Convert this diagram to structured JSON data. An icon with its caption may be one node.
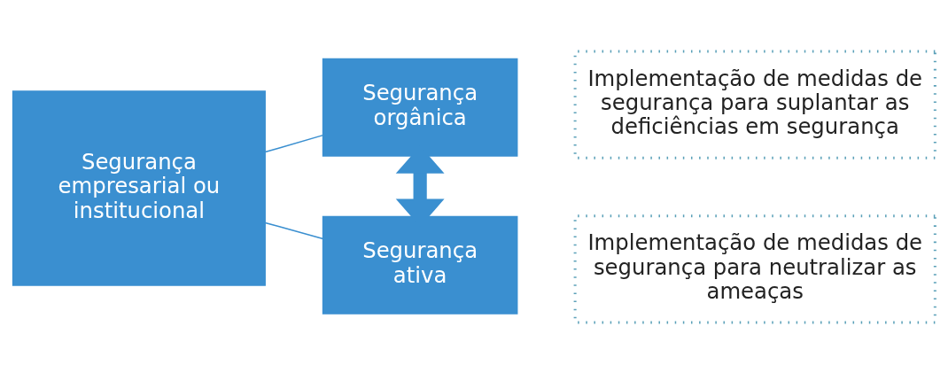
{
  "diagram": {
    "nodes": [
      {
        "text": [
          "Segurança empresarial ou institucional"
        ]
      },
      {
        "text": [
          "Segurança orgânica"
        ]
      },
      {
        "text": [
          "Segurança ativa"
        ]
      },
      {
        "text": [
          "Implementação de medidas de segurança para suplantar as deficiências em segurança"
        ]
      },
      {
        "text": [
          "Implementação de medidas de segurança para neutralizar as ameaças"
        ]
      }
    ],
    "edges": [
      {
        "from": 0,
        "to": 1,
        "arrow": "none"
      },
      {
        "from": 0,
        "to": 2,
        "arrow": "none"
      },
      {
        "from": 1,
        "to": 2,
        "arrow": "both",
        "style": "thick"
      }
    ]
  }
}
